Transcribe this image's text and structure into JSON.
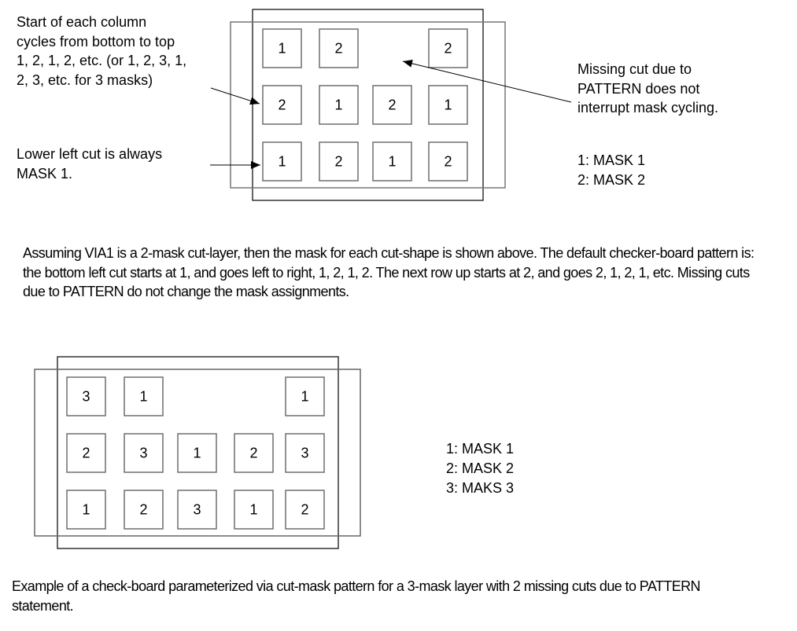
{
  "diagram1": {
    "annotations": {
      "column_start": "Start of each column\ncycles from bottom to top\n1, 2, 1, 2, etc. (or 1, 2, 3, 1,\n2, 3, etc. for 3 masks)",
      "lower_left": "Lower left cut is always\nMASK 1.",
      "missing_cut": "Missing cut due to\nPATTERN does not\ninterrupt mask cycling."
    },
    "legend": [
      "1: MASK 1",
      "2: MASK 2"
    ],
    "grid": [
      [
        "1",
        "2",
        "",
        "2"
      ],
      [
        "2",
        "1",
        "2",
        "1"
      ],
      [
        "1",
        "2",
        "1",
        "2"
      ]
    ]
  },
  "paragraph1": "Assuming VIA1 is a 2-mask cut-layer, then the mask for each cut-shape is shown above. The default checker-board pattern is: the bottom left cut starts at 1, and goes left to right, 1, 2, 1, 2. The next row up starts at 2, and goes 2, 1, 2, 1, etc. Missing cuts due to PATTERN do not change the mask assignments.",
  "diagram2": {
    "legend": [
      "1: MASK 1",
      "2: MASK 2",
      "3: MAKS 3"
    ],
    "grid": [
      [
        "3",
        "1",
        "",
        "",
        "1"
      ],
      [
        "2",
        "3",
        "1",
        "2",
        "3"
      ],
      [
        "1",
        "2",
        "3",
        "1",
        "2"
      ]
    ]
  },
  "caption": "Example of a check-board parameterized via cut-mask pattern for a 3-mask layer with 2 missing cuts due to PATTERN statement.",
  "colors": {
    "box_stroke": "#6e6e6e",
    "outline_dark": "#000000",
    "outline_gray": "#777777"
  }
}
